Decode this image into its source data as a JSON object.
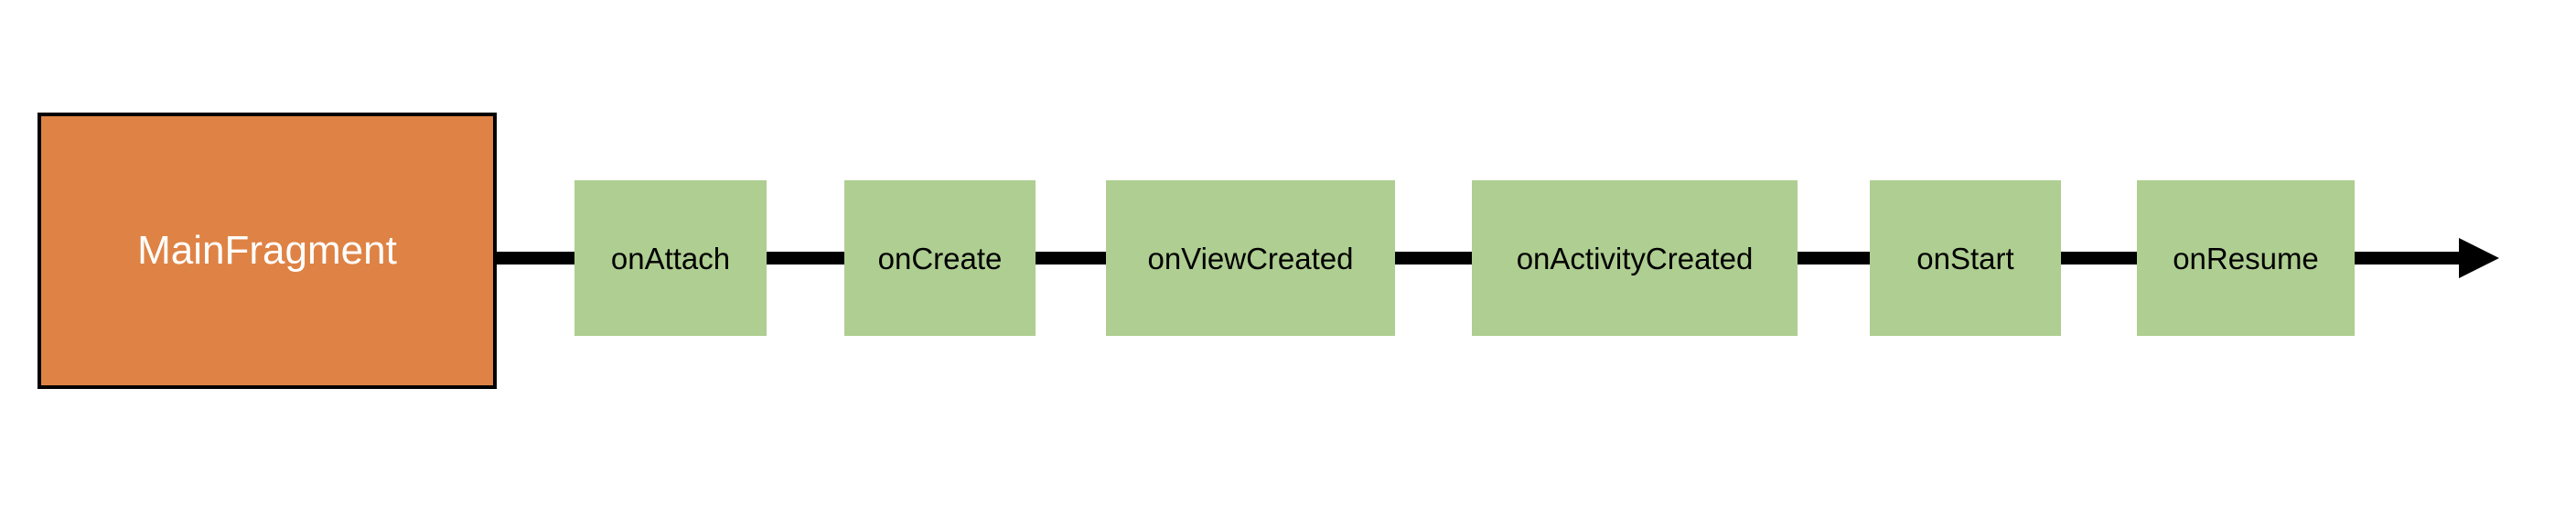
{
  "diagram": {
    "type": "flow",
    "source_node": {
      "label": "MainFragment"
    },
    "stages": [
      {
        "label": "onAttach"
      },
      {
        "label": "onCreate"
      },
      {
        "label": "onViewCreated"
      },
      {
        "label": "onActivityCreated"
      },
      {
        "label": "onStart"
      },
      {
        "label": "onResume"
      }
    ],
    "arrow": {
      "direction": "right"
    }
  },
  "colors": {
    "canvas-bg": "#ffffff",
    "fragment-fill": "#DE8345",
    "fragment-border": "#000000",
    "fragment-text": "#ffffff",
    "stage-fill": "#AFCE91",
    "stage-text": "#000000",
    "arrow-color": "#000000"
  }
}
